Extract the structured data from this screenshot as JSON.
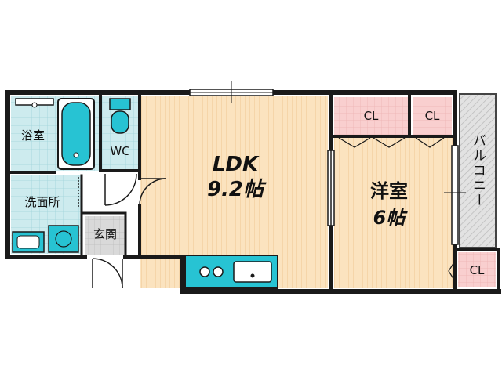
{
  "rooms": {
    "ldk_name": "LDK",
    "ldk_size": "9.2帖",
    "western_name": "洋室",
    "western_size": "6帖",
    "bath": "浴室",
    "washroom": "洗面所",
    "wc": "WC",
    "entrance": "玄関",
    "balcony": "バルコニー",
    "closet_1": "CL",
    "closet_2": "CL",
    "closet_3": "CL"
  },
  "colors": {
    "wall": "#1a1a1a",
    "ldk_floor": "#fbe3bf",
    "room_floor": "#fbe3bf",
    "closet": "#f9cfcf",
    "tile": "#cdebee",
    "fixture": "#27c3d3",
    "balcony": "#dddddd",
    "entrance": "#d9d9d9"
  }
}
